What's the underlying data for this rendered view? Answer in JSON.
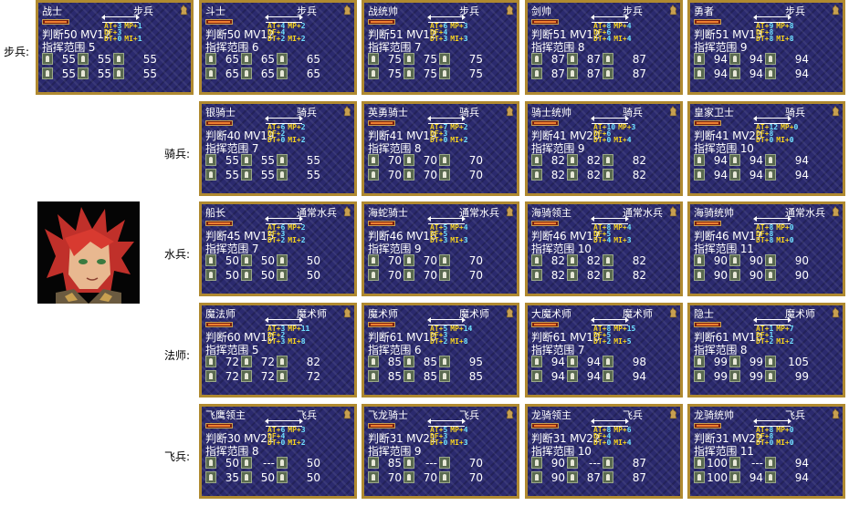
{
  "row_labels": [
    "步兵:",
    "骑兵:",
    "水兵:",
    "法师:",
    "飞兵:"
  ],
  "cards": [
    {
      "name": "战士",
      "type": "步兵",
      "judge": "判断50",
      "mv": "MV12",
      "range_label": "指挥范围",
      "range": "5",
      "stats": [
        [
          "AT+",
          "3",
          "MP+",
          "1"
        ],
        [
          "DF+",
          "3",
          "",
          ""
        ],
        [
          "DT+",
          "0",
          "MI+",
          "1"
        ]
      ],
      "grid": [
        [
          "55",
          "55",
          "55"
        ],
        [
          "55",
          "55",
          "55"
        ]
      ]
    },
    {
      "name": "斗士",
      "type": "步兵",
      "judge": "判断50",
      "mv": "MV12",
      "range_label": "指挥范围",
      "range": "6",
      "stats": [
        [
          "AT+",
          "4",
          "MP+",
          "2"
        ],
        [
          "DF+",
          "4",
          "",
          ""
        ],
        [
          "DT+",
          "2",
          "MI+",
          "2"
        ]
      ],
      "grid": [
        [
          "65",
          "65",
          "65"
        ],
        [
          "65",
          "65",
          "65"
        ]
      ]
    },
    {
      "name": "战统帅",
      "type": "步兵",
      "judge": "判断51",
      "mv": "MV12",
      "range_label": "指挥范围",
      "range": "7",
      "stats": [
        [
          "AT+",
          "6",
          "MP+",
          "3"
        ],
        [
          "DF+",
          "4",
          "",
          ""
        ],
        [
          "DT+",
          "3",
          "MI+",
          "3"
        ]
      ],
      "grid": [
        [
          "75",
          "75",
          "75"
        ],
        [
          "75",
          "75",
          "75"
        ]
      ]
    },
    {
      "name": "剑帅",
      "type": "步兵",
      "judge": "判断51",
      "mv": "MV12",
      "range_label": "指挥范围",
      "range": "8",
      "stats": [
        [
          "AT+",
          "8",
          "MP+",
          "4"
        ],
        [
          "DF+",
          "6",
          "",
          ""
        ],
        [
          "DT+",
          "4",
          "MI+",
          "4"
        ]
      ],
      "grid": [
        [
          "87",
          "87",
          "87"
        ],
        [
          "87",
          "87",
          "87"
        ]
      ]
    },
    {
      "name": "勇者",
      "type": "步兵",
      "judge": "判断51",
      "mv": "MV13",
      "range_label": "指挥范围",
      "range": "9",
      "stats": [
        [
          "AT+",
          "9",
          "MP+",
          "8"
        ],
        [
          "DF+",
          "8",
          "",
          ""
        ],
        [
          "DT+",
          "8",
          "MI+",
          "8"
        ]
      ],
      "grid": [
        [
          "94",
          "94",
          "94"
        ],
        [
          "94",
          "94",
          "94"
        ]
      ]
    },
    {
      "name": "银骑士",
      "type": "骑兵",
      "judge": "判断40",
      "mv": "MV19",
      "range_label": "指挥范围",
      "range": "7",
      "stats": [
        [
          "AT+",
          "6",
          "MP+",
          "2"
        ],
        [
          "DF+",
          "2",
          "",
          ""
        ],
        [
          "DT+",
          "0",
          "MI+",
          "2"
        ]
      ],
      "grid": [
        [
          "55",
          "55",
          "55"
        ],
        [
          "55",
          "55",
          "55"
        ]
      ]
    },
    {
      "name": "英勇骑士",
      "type": "骑兵",
      "judge": "判断41",
      "mv": "MV19",
      "range_label": "指挥范围",
      "range": "8",
      "stats": [
        [
          "AT+",
          "7",
          "MP+",
          "2"
        ],
        [
          "DF+",
          "3",
          "",
          ""
        ],
        [
          "DT+",
          "0",
          "MI+",
          "2"
        ]
      ],
      "grid": [
        [
          "70",
          "70",
          "70"
        ],
        [
          "70",
          "70",
          "70"
        ]
      ]
    },
    {
      "name": "骑士统帅",
      "type": "骑兵",
      "judge": "判断41",
      "mv": "MV20",
      "range_label": "指挥范围",
      "range": "9",
      "stats": [
        [
          "AT+",
          "10",
          "MP+",
          "3"
        ],
        [
          "DF+",
          "6",
          "",
          ""
        ],
        [
          "DT+",
          "0",
          "MI+",
          "4"
        ]
      ],
      "grid": [
        [
          "82",
          "82",
          "82"
        ],
        [
          "82",
          "82",
          "82"
        ]
      ]
    },
    {
      "name": "皇家卫士",
      "type": "骑兵",
      "judge": "判断41",
      "mv": "MV20",
      "range_label": "指挥范围",
      "range": "10",
      "stats": [
        [
          "AT+",
          "12",
          "MP+",
          "0"
        ],
        [
          "DF+",
          "8",
          "",
          ""
        ],
        [
          "DT+",
          "0",
          "MI+",
          "0"
        ]
      ],
      "grid": [
        [
          "94",
          "94",
          "94"
        ],
        [
          "94",
          "94",
          "94"
        ]
      ]
    },
    {
      "name": "船长",
      "type": "通常水兵",
      "judge": "判断45",
      "mv": "MV15",
      "range_label": "指挥范围",
      "range": "7",
      "stats": [
        [
          "AT+",
          "6",
          "MP+",
          "2"
        ],
        [
          "DF+",
          "3",
          "",
          ""
        ],
        [
          "DT+",
          "2",
          "MI+",
          "2"
        ]
      ],
      "grid": [
        [
          "50",
          "50",
          "50"
        ],
        [
          "50",
          "50",
          "50"
        ]
      ]
    },
    {
      "name": "海蛇骑士",
      "type": "通常水兵",
      "judge": "判断46",
      "mv": "MV16",
      "range_label": "指挥范围",
      "range": "9",
      "stats": [
        [
          "AT+",
          "5",
          "MP+",
          "4"
        ],
        [
          "DF+",
          "5",
          "",
          ""
        ],
        [
          "DT+",
          "3",
          "MI+",
          "3"
        ]
      ],
      "grid": [
        [
          "70",
          "70",
          "70"
        ],
        [
          "70",
          "70",
          "70"
        ]
      ]
    },
    {
      "name": "海骑领主",
      "type": "通常水兵",
      "judge": "判断46",
      "mv": "MV17",
      "range_label": "指挥范围",
      "range": "10",
      "stats": [
        [
          "AT+",
          "8",
          "MP+",
          "4"
        ],
        [
          "DF+",
          "5",
          "",
          ""
        ],
        [
          "DT+",
          "4",
          "MI+",
          "3"
        ]
      ],
      "grid": [
        [
          "82",
          "82",
          "82"
        ],
        [
          "82",
          "82",
          "82"
        ]
      ]
    },
    {
      "name": "海骑统帅",
      "type": "通常水兵",
      "judge": "判断46",
      "mv": "MV17",
      "range_label": "指挥范围",
      "range": "11",
      "stats": [
        [
          "AT+",
          "8",
          "MP+",
          "0"
        ],
        [
          "DF+",
          "8",
          "",
          ""
        ],
        [
          "DT+",
          "8",
          "MI+",
          "0"
        ]
      ],
      "grid": [
        [
          "90",
          "90",
          "90"
        ],
        [
          "90",
          "90",
          "90"
        ]
      ]
    },
    {
      "name": "魔法师",
      "type": "魔术师",
      "judge": "判断60",
      "mv": "MV10",
      "range_label": "指挥范围",
      "range": "5",
      "stats": [
        [
          "AT+",
          "3",
          "MP+",
          "11"
        ],
        [
          "DF+",
          "2",
          "",
          ""
        ],
        [
          "DT+",
          "3",
          "MI+",
          "8"
        ]
      ],
      "grid": [
        [
          "72",
          "72",
          "82"
        ],
        [
          "72",
          "72",
          "72"
        ]
      ]
    },
    {
      "name": "魔术师",
      "type": "魔术师",
      "judge": "判断61",
      "mv": "MV10",
      "range_label": "指挥范围",
      "range": "6",
      "stats": [
        [
          "AT+",
          "5",
          "MP+",
          "14"
        ],
        [
          "DF+",
          "3",
          "",
          ""
        ],
        [
          "DT+",
          "2",
          "MI+",
          "8"
        ]
      ],
      "grid": [
        [
          "85",
          "85",
          "95"
        ],
        [
          "85",
          "85",
          "85"
        ]
      ]
    },
    {
      "name": "大魔术师",
      "type": "魔术师",
      "judge": "判断61",
      "mv": "MV10",
      "range_label": "指挥范围",
      "range": "7",
      "stats": [
        [
          "AT+",
          "8",
          "MP+",
          "15"
        ],
        [
          "DF+",
          "5",
          "",
          ""
        ],
        [
          "DT+",
          "2",
          "MI+",
          "5"
        ]
      ],
      "grid": [
        [
          "94",
          "94",
          "98"
        ],
        [
          "94",
          "94",
          "94"
        ]
      ]
    },
    {
      "name": "隐士",
      "type": "魔术师",
      "judge": "判断61",
      "mv": "MV10",
      "range_label": "指挥范围",
      "range": "8",
      "stats": [
        [
          "AT+",
          "1",
          "MP+",
          "7"
        ],
        [
          "DF+",
          "1",
          "",
          ""
        ],
        [
          "DT+",
          "2",
          "MI+",
          "2"
        ]
      ],
      "grid": [
        [
          "99",
          "99",
          "105"
        ],
        [
          "99",
          "99",
          "99"
        ]
      ]
    },
    {
      "name": "飞鹰领主",
      "type": "飞兵",
      "judge": "判断30",
      "mv": "MV21",
      "range_label": "指挥范围",
      "range": "8",
      "stats": [
        [
          "AT+",
          "6",
          "MP+",
          "3"
        ],
        [
          "DF+",
          "4",
          "",
          ""
        ],
        [
          "DT+",
          "0",
          "MI+",
          "2"
        ]
      ],
      "grid": [
        [
          "50",
          "---",
          "50"
        ],
        [
          "35",
          "50",
          "50"
        ]
      ]
    },
    {
      "name": "飞龙骑士",
      "type": "飞兵",
      "judge": "判断31",
      "mv": "MV21",
      "range_label": "指挥范围",
      "range": "9",
      "stats": [
        [
          "AT+",
          "5",
          "MP+",
          "4"
        ],
        [
          "DF+",
          "3",
          "",
          ""
        ],
        [
          "DT+",
          "0",
          "MI+",
          "3"
        ]
      ],
      "grid": [
        [
          "85",
          "---",
          "70"
        ],
        [
          "70",
          "70",
          "70"
        ]
      ]
    },
    {
      "name": "龙骑领主",
      "type": "飞兵",
      "judge": "判断31",
      "mv": "MV22",
      "range_label": "指挥范围",
      "range": "10",
      "stats": [
        [
          "AT+",
          "8",
          "MP+",
          "6"
        ],
        [
          "DF+",
          "4",
          "",
          ""
        ],
        [
          "DT+",
          "0",
          "MI+",
          "4"
        ]
      ],
      "grid": [
        [
          "90",
          "---",
          "87"
        ],
        [
          "90",
          "87",
          "87"
        ]
      ]
    },
    {
      "name": "龙骑统帅",
      "type": "飞兵",
      "judge": "判断31",
      "mv": "MV22",
      "range_label": "指挥范围",
      "range": "11",
      "stats": [
        [
          "AT+",
          "8",
          "MP+",
          "0"
        ],
        [
          "DF+",
          "8",
          "",
          ""
        ],
        [
          "DT+",
          "0",
          "MI+",
          "0"
        ]
      ],
      "grid": [
        [
          "100",
          "---",
          "94"
        ],
        [
          "100",
          "94",
          "94"
        ]
      ]
    }
  ]
}
